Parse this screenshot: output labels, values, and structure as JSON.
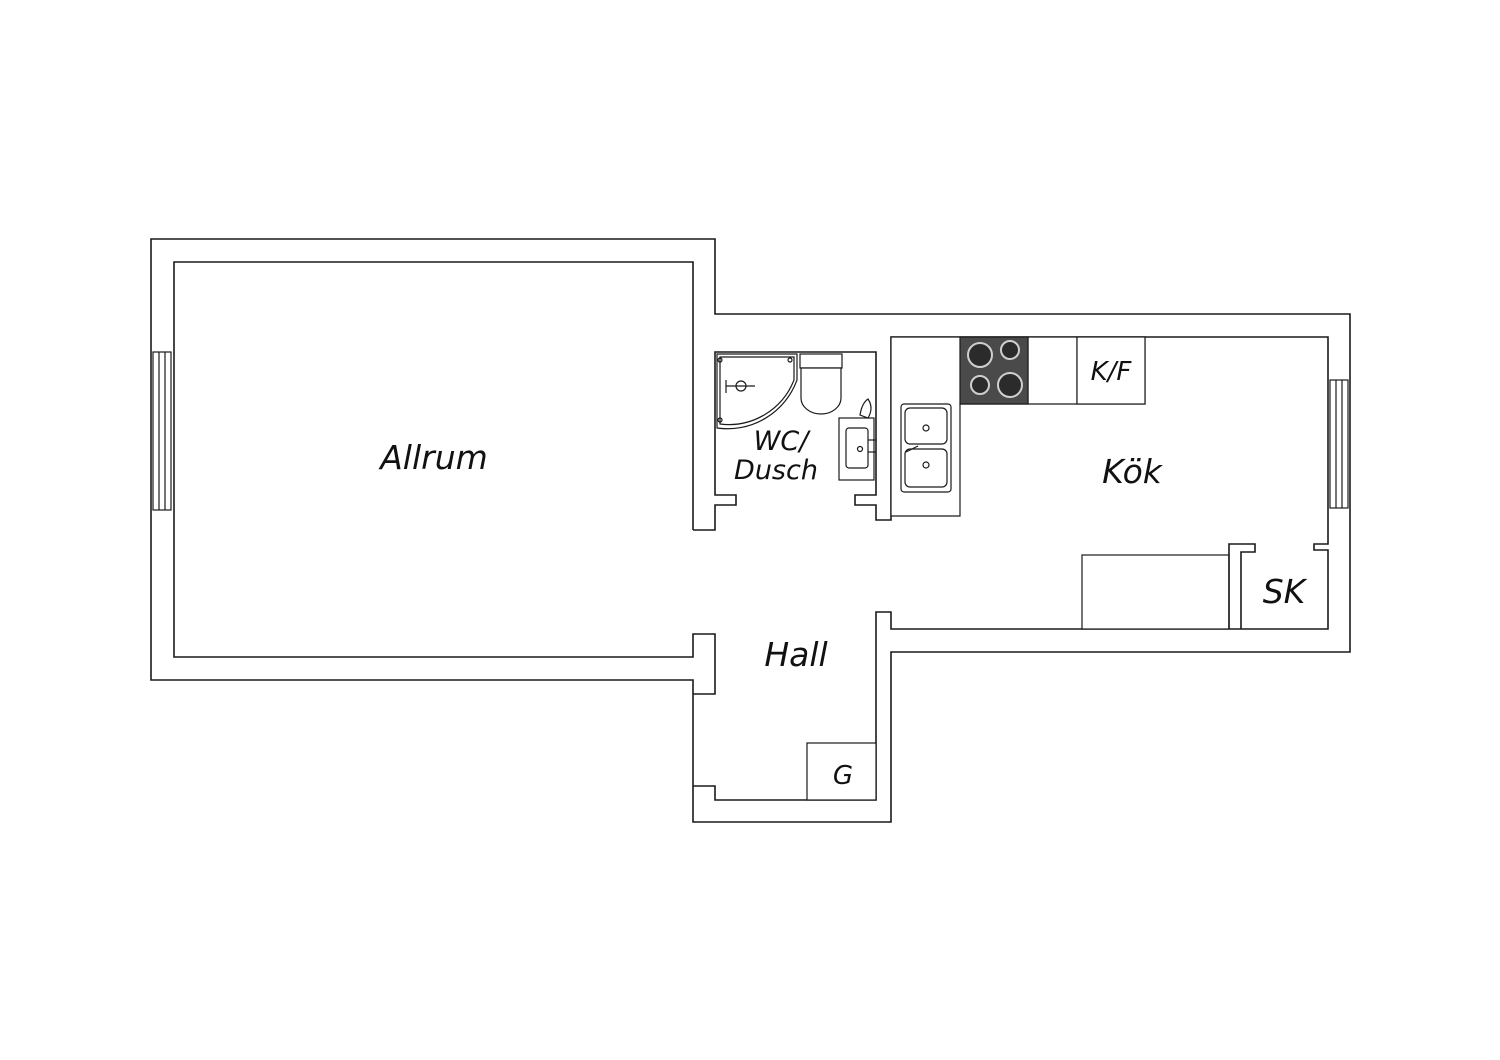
{
  "rooms": {
    "allrum": "Allrum",
    "wc_line1": "WC/",
    "wc_line2": "Dusch",
    "kok": "Kök",
    "hall": "Hall",
    "kf": "K/F",
    "sk": "SK",
    "g": "G"
  },
  "colors": {
    "wall": "#1a1a1a",
    "background": "#ffffff",
    "stove_top": "#4a4a4a",
    "burner": "#2b2b2b"
  }
}
